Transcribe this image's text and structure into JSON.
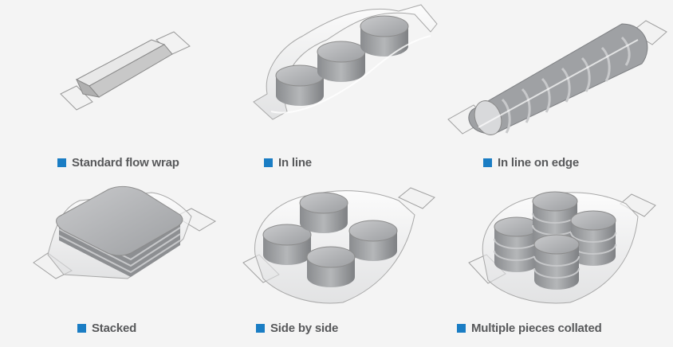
{
  "accent_color": "#1a7dc4",
  "items": [
    {
      "label": "Standard flow wrap",
      "icon": "flow-wrap-bar-illustration"
    },
    {
      "label": "In line",
      "icon": "in-line-discs-illustration"
    },
    {
      "label": "In line on edge",
      "icon": "in-line-on-edge-illustration"
    },
    {
      "label": "Stacked",
      "icon": "stacked-illustration"
    },
    {
      "label": "Side by side",
      "icon": "side-by-side-illustration"
    },
    {
      "label": "Multiple pieces collated",
      "icon": "multiple-pieces-collated-illustration"
    }
  ]
}
